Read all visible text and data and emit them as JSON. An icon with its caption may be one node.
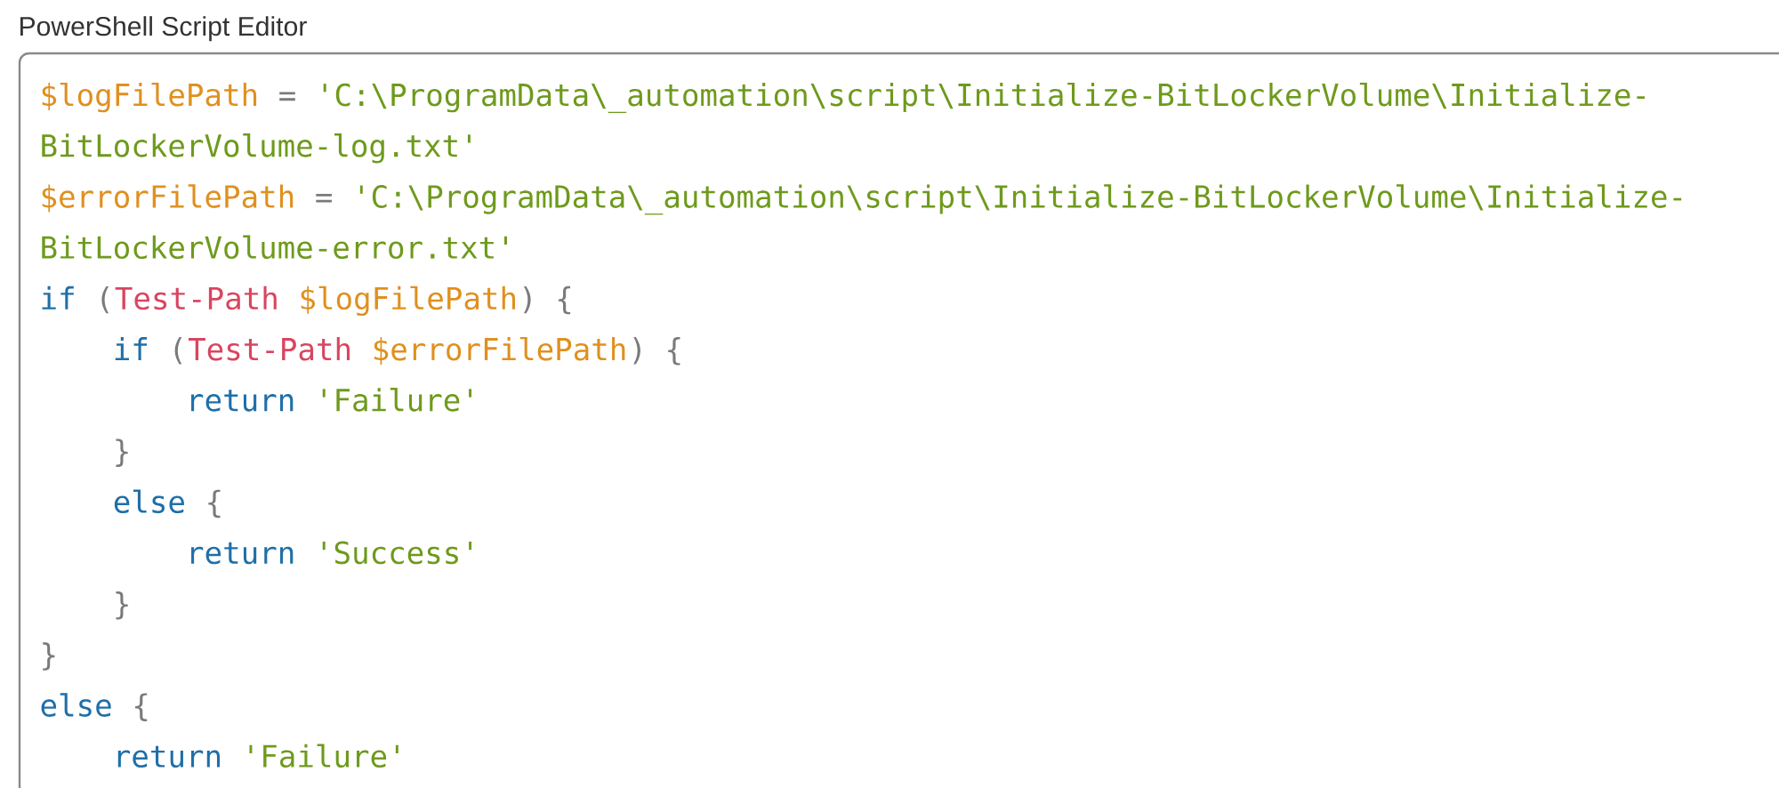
{
  "diagram": {
    "nodes": [
      {
        "text": [
          "PowerShell Script Editor"
        ]
      }
    ],
    "edges": [],
    "labels": [
      "$logFilePath",
      "=",
      "'C:\\ProgramData\\_automation\\script\\Initialize-BitLockerVolume\\Initialize-",
      "BitLockerVolume-log.txt'",
      "$errorFilePath",
      "=",
      "'C:\\ProgramData\\_automation\\script\\Initialize-BitLockerVolume\\Initialize-",
      "BitLockerVolume-error.txt'",
      "if",
      "(",
      "Test-Path",
      "$logFilePath",
      ") {",
      "if",
      "(",
      "Test-Path",
      "$errorFilePath",
      ") {",
      "return",
      "'Failure'",
      "}",
      "else",
      "{",
      "return",
      "'Success'",
      "}",
      "}",
      "else",
      "{",
      "return",
      "'Failure'"
    ]
  }
}
